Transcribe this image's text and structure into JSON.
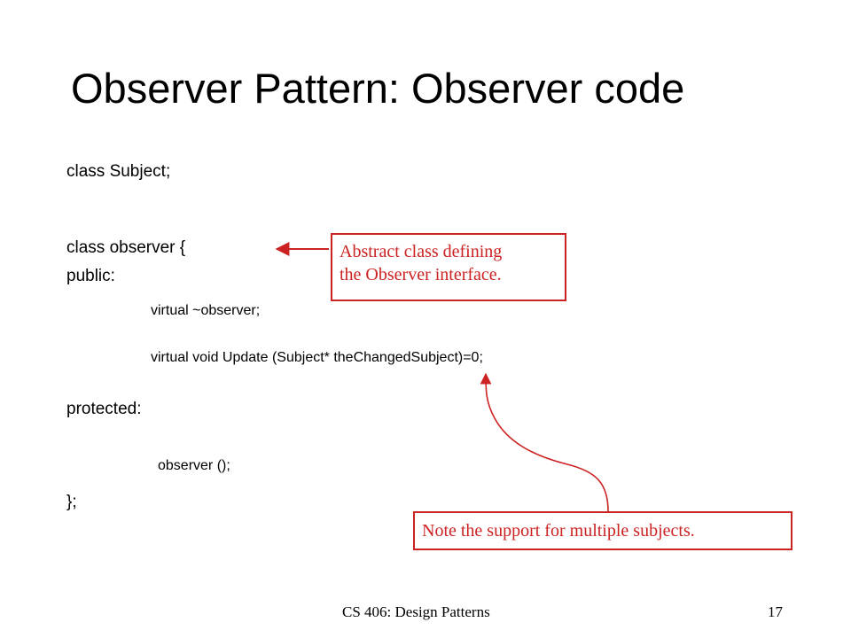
{
  "slide": {
    "title": "Observer Pattern: Observer code",
    "code": {
      "line1": "class Subject;",
      "line2": "class observer {",
      "line3": "public:",
      "line4": "virtual ~observer;",
      "line5": "virtual void Update (Subject* theChangedSubject)=0;",
      "line6": "protected:",
      "line7": "observer ();",
      "line8": "};"
    },
    "callouts": {
      "abstract": {
        "line1": "Abstract class defining",
        "line2": "the Observer interface."
      },
      "note": "Note the support for multiple subjects."
    },
    "footer": {
      "course": "CS 406: Design Patterns",
      "page_number": "17"
    },
    "colors": {
      "annotation": "#cc2222",
      "text": "#000000",
      "background": "#ffffff"
    }
  }
}
